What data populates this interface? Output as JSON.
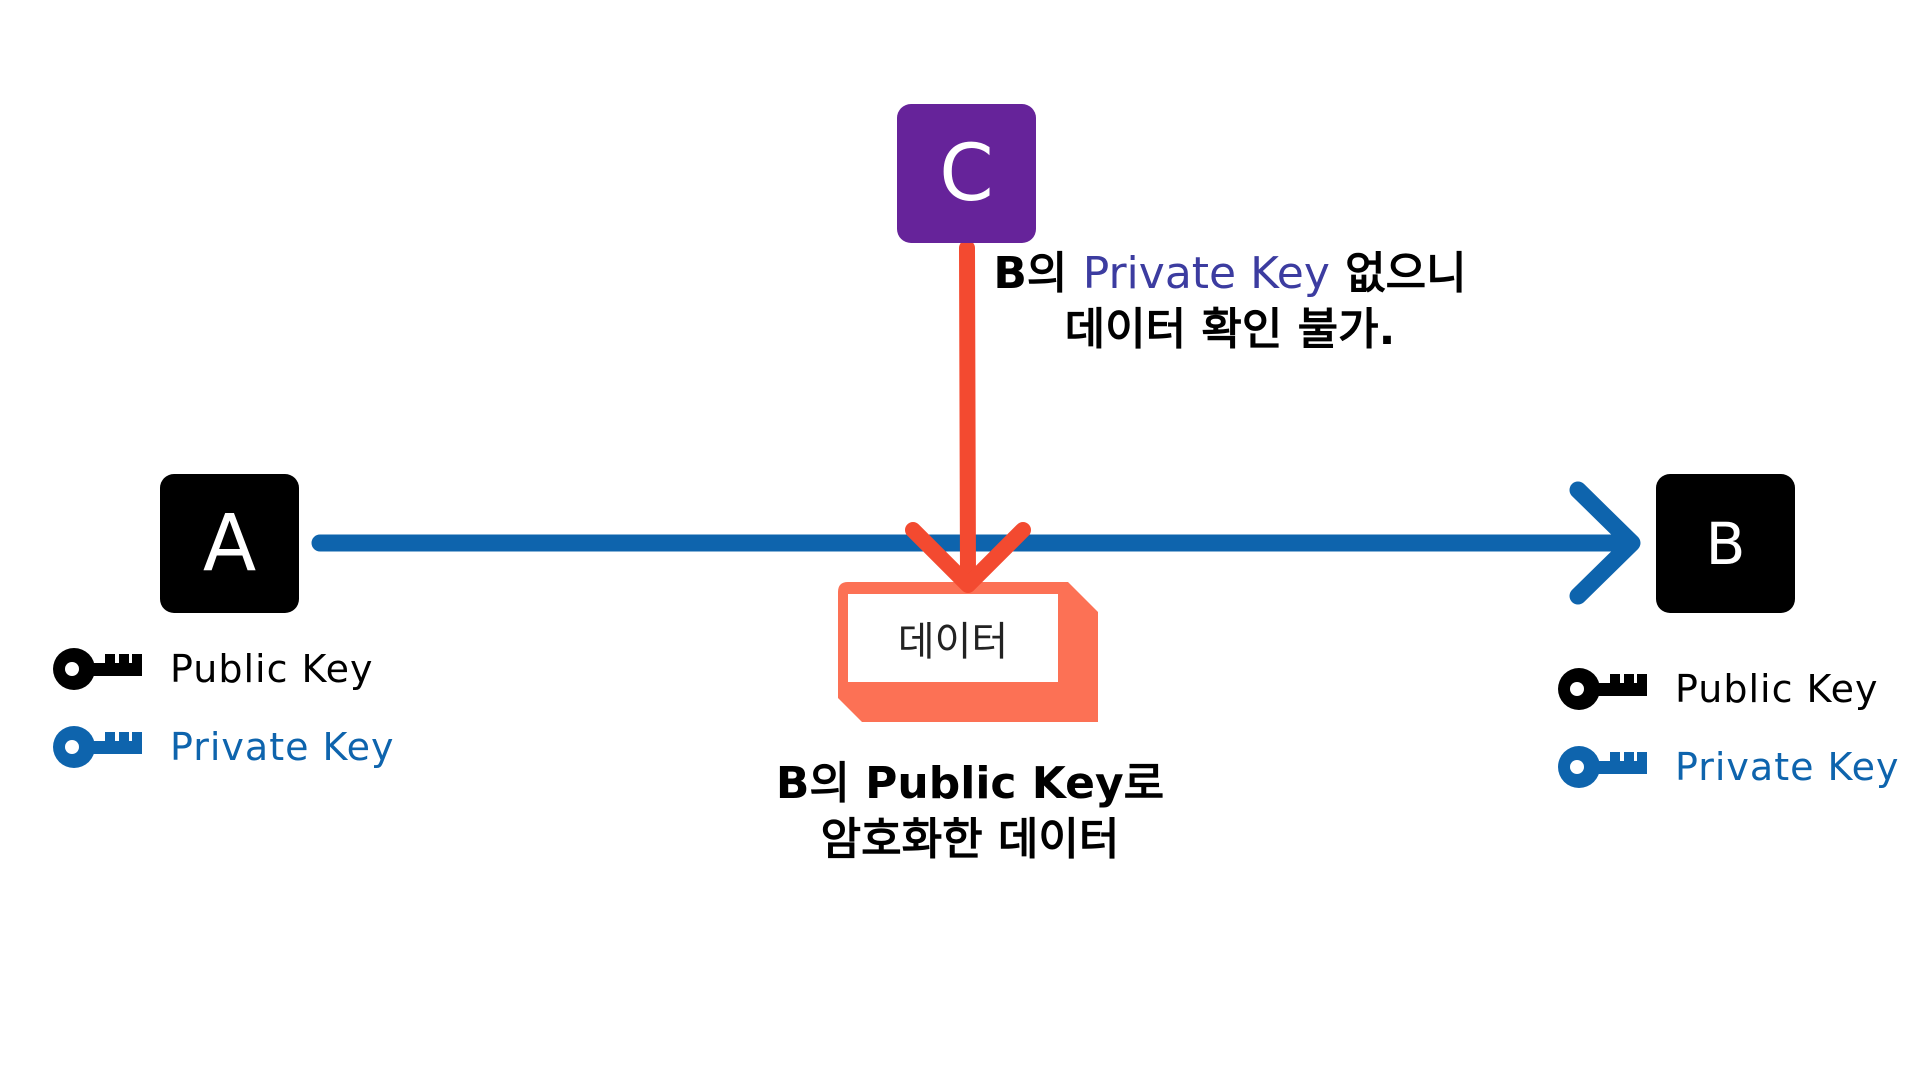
{
  "colors": {
    "background": "#ffffff",
    "node_dark": "#000000",
    "node_c": "#66239a",
    "flow_arrow": "#0e64ad",
    "intercept_arrow": "#f34a30",
    "data_box": "#fc7155",
    "public_key": "#000000",
    "private_key": "#0e64ad",
    "highlight_text": "#3c3ca0"
  },
  "nodes": {
    "a": {
      "label": "A"
    },
    "b": {
      "label": "B"
    },
    "c": {
      "label": "C"
    }
  },
  "legend_a": {
    "public_label": "Public Key",
    "private_label": "Private Key",
    "public_icon": "key-icon",
    "private_icon": "key-icon"
  },
  "legend_b": {
    "public_label": "Public Key",
    "private_label": "Private Key",
    "public_icon": "key-icon",
    "private_icon": "key-icon"
  },
  "data_box": {
    "label": "데이터"
  },
  "caption_c": {
    "prefix": "B의 ",
    "highlight": "Private Key",
    "suffix": " 없으니",
    "line2": "데이터 확인 불가."
  },
  "caption_data": {
    "line1": "B의 Public Key로",
    "line2": "암호화한 데이터"
  }
}
